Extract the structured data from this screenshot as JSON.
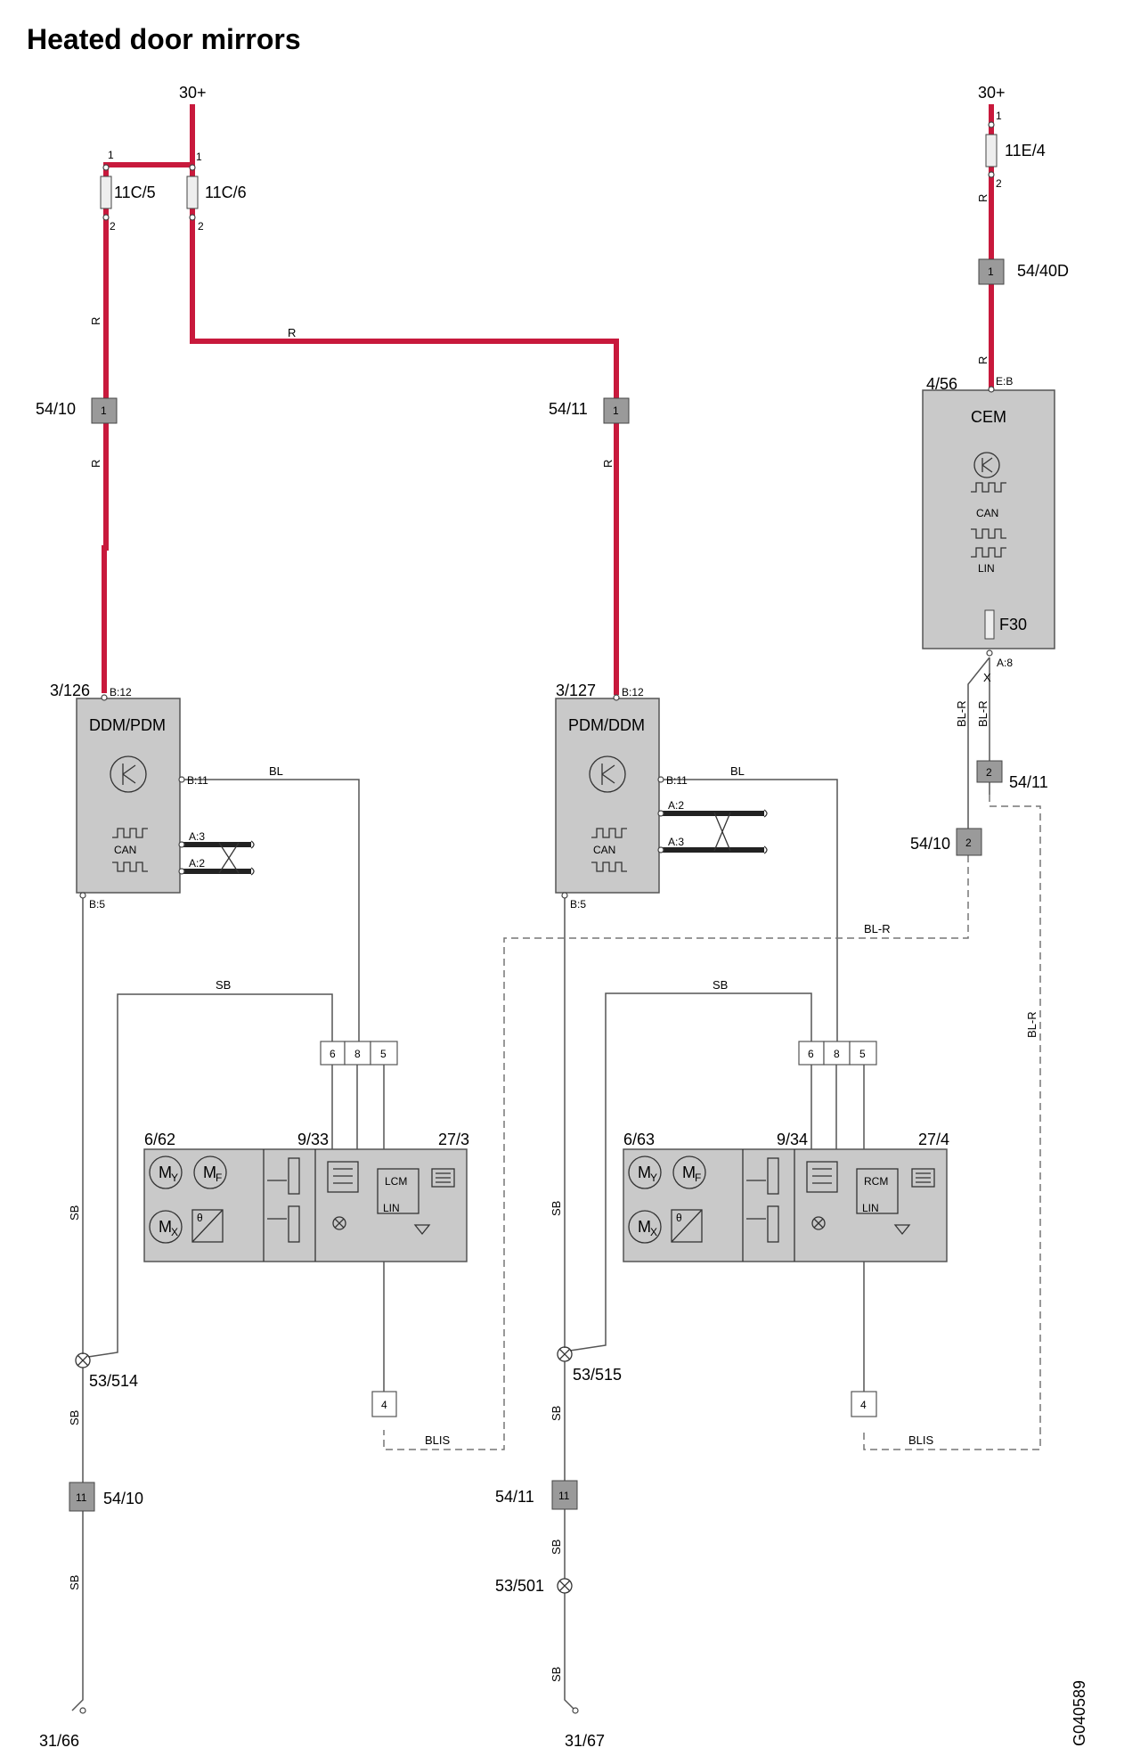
{
  "title": "Heated door mirrors",
  "doc_code": "G040589",
  "supply": {
    "left": "30+",
    "right": "30+"
  },
  "fuses": {
    "f1": "11C/5",
    "f2": "11C/6",
    "f3": "11E/4",
    "f30": "F30"
  },
  "pins": {
    "p1": "1",
    "p2": "2"
  },
  "connectors": {
    "c5410": "54/10",
    "c5411": "54/11",
    "c5440d": "54/40D",
    "n1": "1",
    "n2": "2",
    "n11": "11",
    "n4": "4",
    "n6": "6",
    "n8": "8",
    "n5": "5"
  },
  "wires": {
    "r": "R",
    "bl": "BL",
    "sb": "SB",
    "blr": "BL-R",
    "blis": "BLIS",
    "x": "X"
  },
  "modules": {
    "cem": {
      "id": "4/56",
      "name": "CEM",
      "pin_eb": "E:B",
      "pin_a8": "A:8"
    },
    "left": {
      "id": "3/126",
      "name": "DDM/PDM",
      "b12": "B:12",
      "b11": "B:11",
      "a3": "A:3",
      "a2": "A:2",
      "b5": "B:5"
    },
    "right": {
      "id": "3/127",
      "name": "PDM/DDM",
      "b12": "B:12",
      "b11": "B:11",
      "a2": "A:2",
      "a3": "A:3",
      "b5": "B:5"
    },
    "can": "CAN",
    "lin": "LIN"
  },
  "mirror_left": {
    "motor": "6/62",
    "pot": "9/33",
    "heat": "27/3",
    "lamp": "LCM"
  },
  "mirror_right": {
    "motor": "6/63",
    "pot": "9/34",
    "heat": "27/4",
    "lamp": "RCM"
  },
  "motor_labels": {
    "my": "M",
    "my_sub": "Y",
    "mf": "M",
    "mf_sub": "F",
    "mx": "M",
    "mx_sub": "X",
    "theta": "θ"
  },
  "grounds": {
    "g514": "53/514",
    "g515": "53/515",
    "g501": "53/501",
    "e66": "31/66",
    "e67": "31/67"
  }
}
